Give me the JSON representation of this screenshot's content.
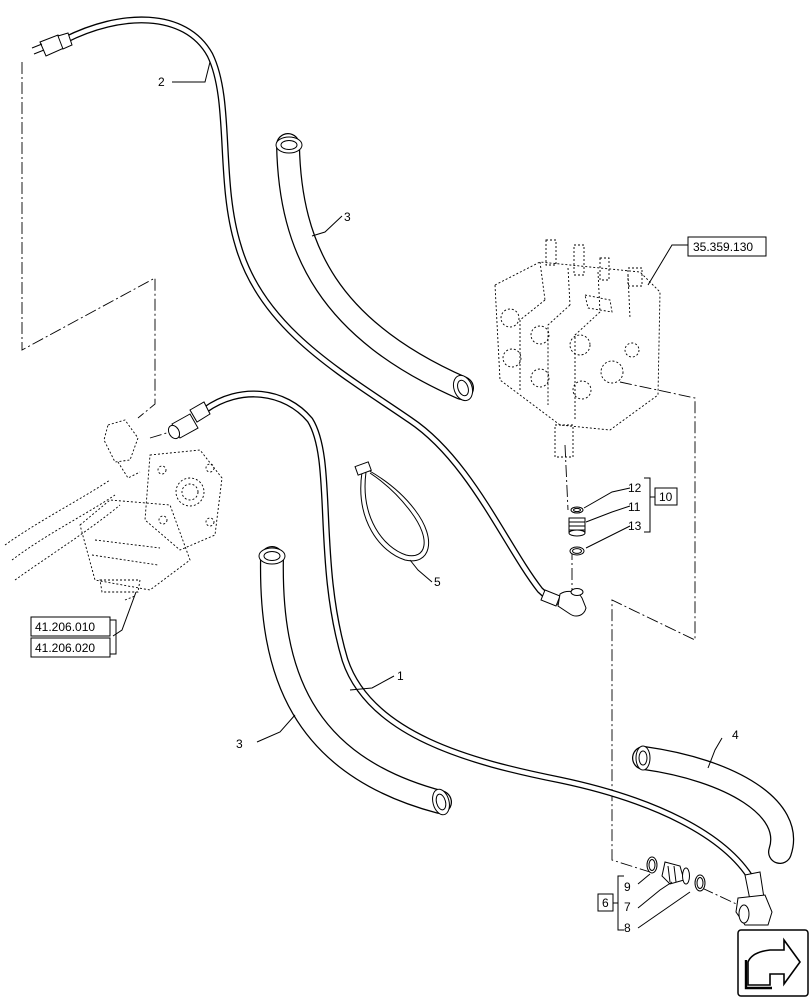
{
  "callouts": {
    "c1": "1",
    "c2": "2",
    "c3a": "3",
    "c3b": "3",
    "c4": "4",
    "c5": "5",
    "c6": "6",
    "c7": "7",
    "c8": "8",
    "c9": "9",
    "c10": "10",
    "c11": "11",
    "c12": "12",
    "c13": "13"
  },
  "references": {
    "valve_ref": "35.359.130",
    "motor_ref_1": "41.206.010",
    "motor_ref_2": "41.206.020"
  },
  "icons": {
    "nav": "next-page-arrow-icon"
  }
}
